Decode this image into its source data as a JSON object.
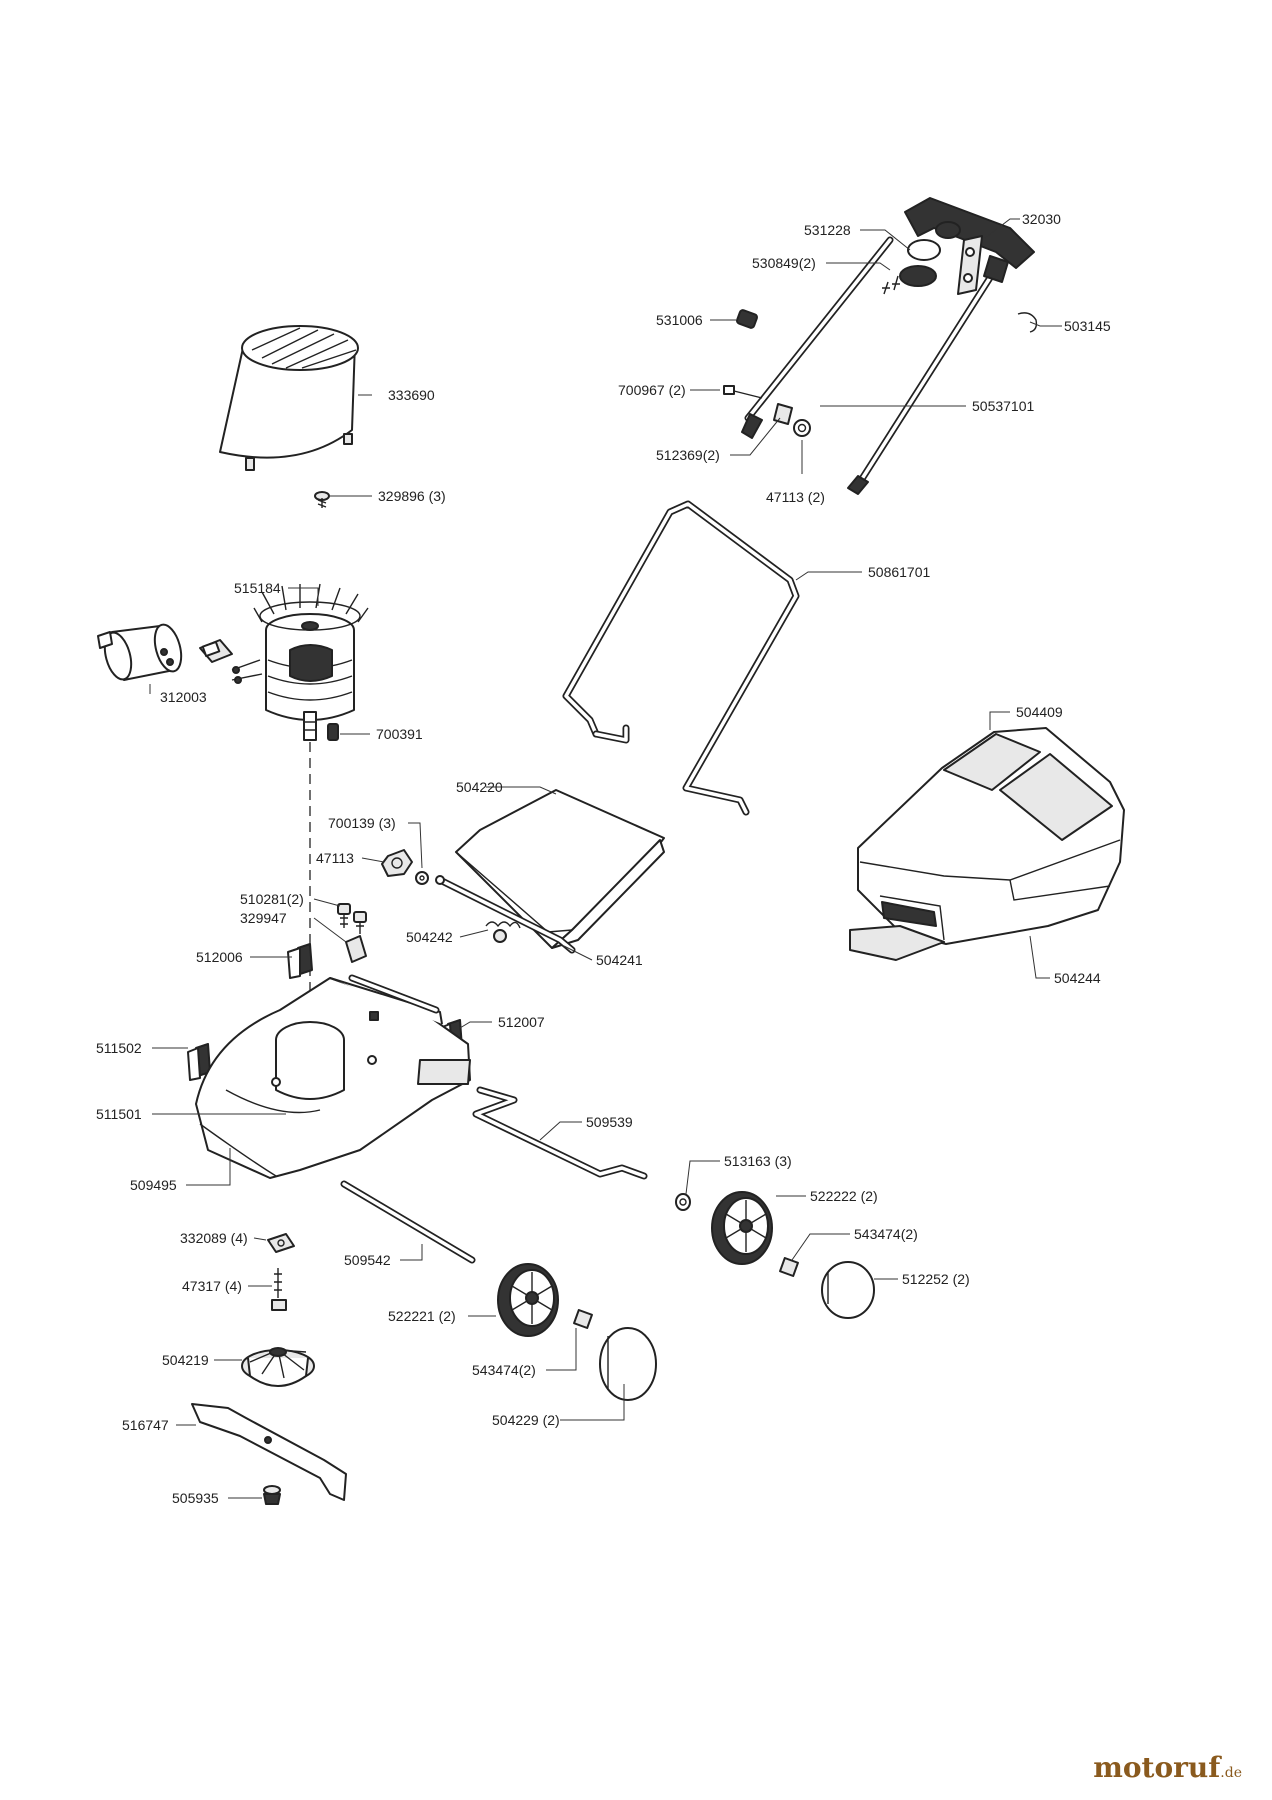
{
  "colors": {
    "line": "#222222",
    "watermark": "#8a5a1e",
    "watermark_accent": "#d4a000"
  },
  "watermark": {
    "name": "motoruf",
    "tld": ".de"
  },
  "parts": [
    {
      "id": "p531228",
      "label": "531228"
    },
    {
      "id": "p32030",
      "label": "32030"
    },
    {
      "id": "p530849",
      "label": "530849(2)"
    },
    {
      "id": "p531006",
      "label": "531006"
    },
    {
      "id": "p503145",
      "label": "503145"
    },
    {
      "id": "p333690",
      "label": "333690"
    },
    {
      "id": "p700967",
      "label": "700967 (2)"
    },
    {
      "id": "p50537101",
      "label": "50537101"
    },
    {
      "id": "p512369",
      "label": "512369(2)"
    },
    {
      "id": "p47113b",
      "label": "47113 (2)"
    },
    {
      "id": "p329896",
      "label": "329896 (3)"
    },
    {
      "id": "p50861701",
      "label": "50861701"
    },
    {
      "id": "p515184",
      "label": "515184"
    },
    {
      "id": "p312003",
      "label": "312003"
    },
    {
      "id": "p700391",
      "label": "700391"
    },
    {
      "id": "p504409",
      "label": "504409"
    },
    {
      "id": "p504220",
      "label": "504220"
    },
    {
      "id": "p700139",
      "label": "700139 (3)"
    },
    {
      "id": "p47113",
      "label": "47113"
    },
    {
      "id": "p510281",
      "label": "510281(2)"
    },
    {
      "id": "p329947",
      "label": "329947"
    },
    {
      "id": "p504242",
      "label": "504242"
    },
    {
      "id": "p504241",
      "label": "504241"
    },
    {
      "id": "p512006",
      "label": "512006"
    },
    {
      "id": "p504244",
      "label": "504244"
    },
    {
      "id": "p512007",
      "label": "512007"
    },
    {
      "id": "p511502",
      "label": "511502"
    },
    {
      "id": "p511501",
      "label": "511501"
    },
    {
      "id": "p509539",
      "label": "509539"
    },
    {
      "id": "p509495",
      "label": "509495"
    },
    {
      "id": "p513163",
      "label": "513163 (3)"
    },
    {
      "id": "p522222",
      "label": "522222 (2)"
    },
    {
      "id": "p332089",
      "label": "332089 (4)"
    },
    {
      "id": "p543474b",
      "label": "543474(2)"
    },
    {
      "id": "p509542",
      "label": "509542"
    },
    {
      "id": "p47317",
      "label": "47317 (4)"
    },
    {
      "id": "p512252",
      "label": "512252 (2)"
    },
    {
      "id": "p522221",
      "label": "522221 (2)"
    },
    {
      "id": "p504219",
      "label": "504219"
    },
    {
      "id": "p543474",
      "label": "543474(2)"
    },
    {
      "id": "p516747",
      "label": "516747"
    },
    {
      "id": "p504229",
      "label": "504229 (2)"
    },
    {
      "id": "p505935",
      "label": "505935"
    }
  ]
}
